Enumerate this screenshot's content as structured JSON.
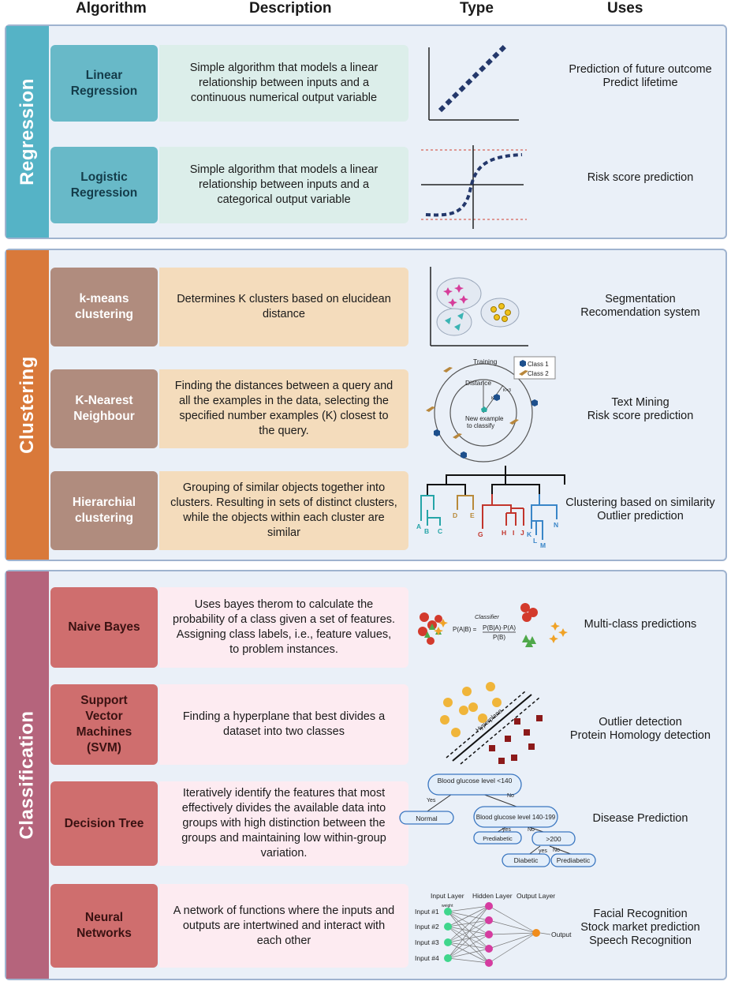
{
  "headers": {
    "algorithm": "Algorithm",
    "description": "Description",
    "type": "Type",
    "uses": "Uses"
  },
  "colors": {
    "regression": "#55b3c6",
    "clustering": "#d9793a",
    "classification": "#b5647c",
    "panel_bg": "#eaf0f8"
  },
  "sections": {
    "regression": {
      "label": "Regression",
      "rows": [
        {
          "algorithm": "Linear Regression",
          "description": "Simple algorithm that models a linear relationship between inputs and a continuous numerical output variable",
          "uses": [
            "Prediction of future outcome",
            "Predict lifetime"
          ]
        },
        {
          "algorithm": "Logistic Regression",
          "description": "Simple algorithm that models a linear relationship between inputs and a categorical output variable",
          "uses": [
            "Risk score prediction"
          ]
        }
      ]
    },
    "clustering": {
      "label": "Clustering",
      "rows": [
        {
          "algorithm": "k-means clustering",
          "description": "Determines K clusters based on elucidean distance",
          "uses": [
            "Segmentation",
            "Recomendation system"
          ]
        },
        {
          "algorithm": "K-Nearest Neighbour",
          "description": "Finding the distances between a query and all the examples in the data, selecting the specified number examples (K) closest to the query.",
          "uses": [
            "Text Mining",
            "Risk score prediction"
          ]
        },
        {
          "algorithm": "Hierarchial clustering",
          "description": "Grouping of similar objects together into clusters. Resulting in sets of distinct clusters, while the objects within each cluster are similar",
          "uses": [
            "Clustering based on similarity",
            "Outlier prediction"
          ]
        }
      ]
    },
    "classification": {
      "label": "Classification",
      "rows": [
        {
          "algorithm": "Naive Bayes",
          "description": "Uses bayes therom to calculate the probability of a class given a set of features. Assigning class labels, i.e., feature values, to problem instances.",
          "uses": [
            "Multi-class predictions"
          ]
        },
        {
          "algorithm": "Support Vector Machines (SVM)",
          "description": "Finding a hyperplane that best divides a dataset into two classes",
          "uses": [
            "Outlier detection",
            "Protein Homology detection"
          ]
        },
        {
          "algorithm": "Decision Tree",
          "description": "Iteratively identify the features that most effectively divides the available data into groups with high distinction between the groups and  maintaining low within-group variation.",
          "uses": [
            "Disease Prediction"
          ]
        },
        {
          "algorithm": "Neural Networks",
          "description": "A network of functions where the inputs and outputs are intertwined and interact with each other",
          "uses": [
            "Facial Recognition",
            "Stock market prediction",
            "Speech Recognition"
          ]
        }
      ]
    }
  },
  "illustrations": {
    "knn": {
      "training": "Training",
      "distance": "Distance",
      "class1": "Class 1",
      "class2": "Class 2",
      "k1": "K=1",
      "k3": "K=3",
      "new_example": "New example",
      "to_classify": "to classify"
    },
    "dendrogram": {
      "leaves": [
        "A",
        "B",
        "C",
        "D",
        "E",
        "G",
        "H",
        "I",
        "J",
        "K",
        "L",
        "M",
        "N"
      ]
    },
    "naive_bayes": {
      "classifier": "Classifier",
      "formula_lhs": "P(A|B) =",
      "formula_num": "P(B|A)·P(A)",
      "formula_den": "P(B)"
    },
    "svm": {
      "hyperplane": "Hyperplane"
    },
    "decision_tree": {
      "root": "Blood glucose level <140",
      "yes": "Yes",
      "no": "No",
      "normal": "Normal",
      "mid": "Blood glucose level 140-199",
      "yes2": "yes",
      "no2": "No",
      "prediabetic": "Prediabetic",
      "gt200": ">200",
      "yes3": "yes",
      "no3": "No",
      "diabetic": "Diabetic",
      "prediabetic2": "Prediabetic"
    },
    "neural_net": {
      "input_layer": "Input Layer",
      "hidden_layer": "Hidden Layer",
      "output_layer": "Output Layer",
      "weight": "weight",
      "inputs": [
        "Input #1",
        "Input #2",
        "Input #3",
        "Input #4"
      ],
      "output": "Output"
    }
  }
}
